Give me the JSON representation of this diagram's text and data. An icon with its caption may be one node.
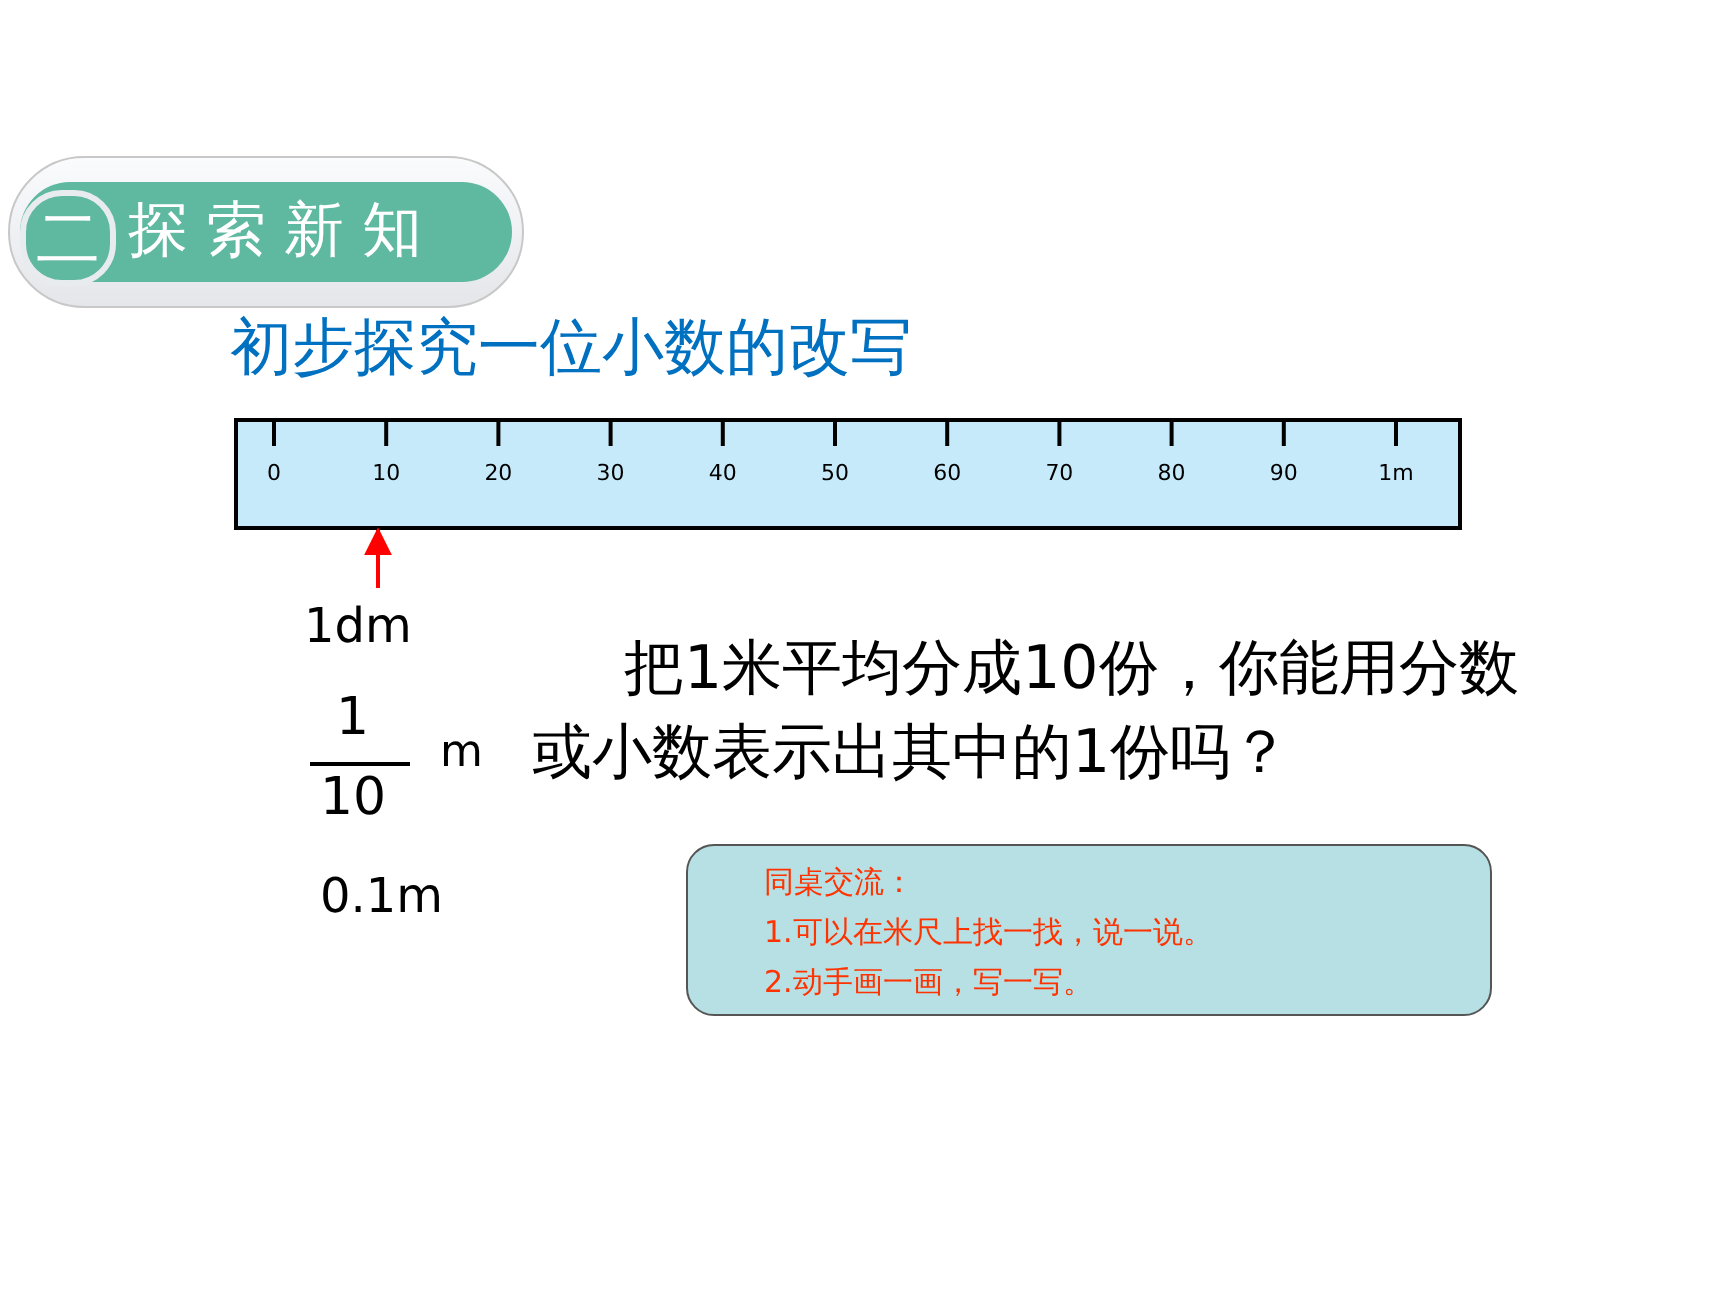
{
  "diagram": {
    "nodes": [
      {
        "text": [
          "二",
          "探索新知"
        ]
      },
      {
        "text": [],
        "shape": "bar"
      },
      {
        "text": [
          "1dm"
        ]
      },
      {
        "text": [
          "同桌交流：",
          "1.可以在米尺上找一找，说一说。",
          "2.动手画一画，写一写。"
        ]
      }
    ],
    "edges": [
      {
        "from": 2,
        "to": 1,
        "arrow": "to",
        "color": "#ff0000"
      }
    ],
    "labels": [
      "初步探究一位小数的改写",
      "0",
      "10",
      "20",
      "30",
      "40",
      "50",
      "60",
      "70",
      "80",
      "90",
      "1m",
      "1",
      "10",
      "m",
      "0.1m",
      "把1米平均分成10份，你能用分数或小数表示出其中的1份吗？"
    ]
  }
}
